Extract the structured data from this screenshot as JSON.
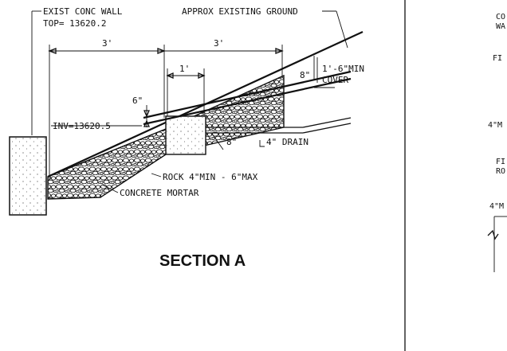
{
  "section_a": {
    "title": "SECTION A",
    "exist_wall_line1": "EXIST CONC WALL",
    "exist_wall_line2": "TOP= 13620.2",
    "approx_ground": "APPROX EXISTING GROUND",
    "dim_left": "3'",
    "dim_right": "3'",
    "dim_pipe_width": "1'",
    "dim_six_in": "6\"",
    "dim_eight_top": "8\"",
    "cover_line1": "1'-6\"MIN",
    "cover_line2": "COVER",
    "inv": "INV=13620.5",
    "dim_eight_bottom": "8\"",
    "drain": "4\" DRAIN",
    "rock": "ROCK 4\"MIN - 6\"MAX",
    "mortar": "CONCRETE MORTAR"
  },
  "right_panel": {
    "line1": "CO",
    "line2": "WA",
    "line3": "FI",
    "line4": "4\"M",
    "line5": "FI",
    "line6": "RO",
    "line7": "4\"M"
  }
}
